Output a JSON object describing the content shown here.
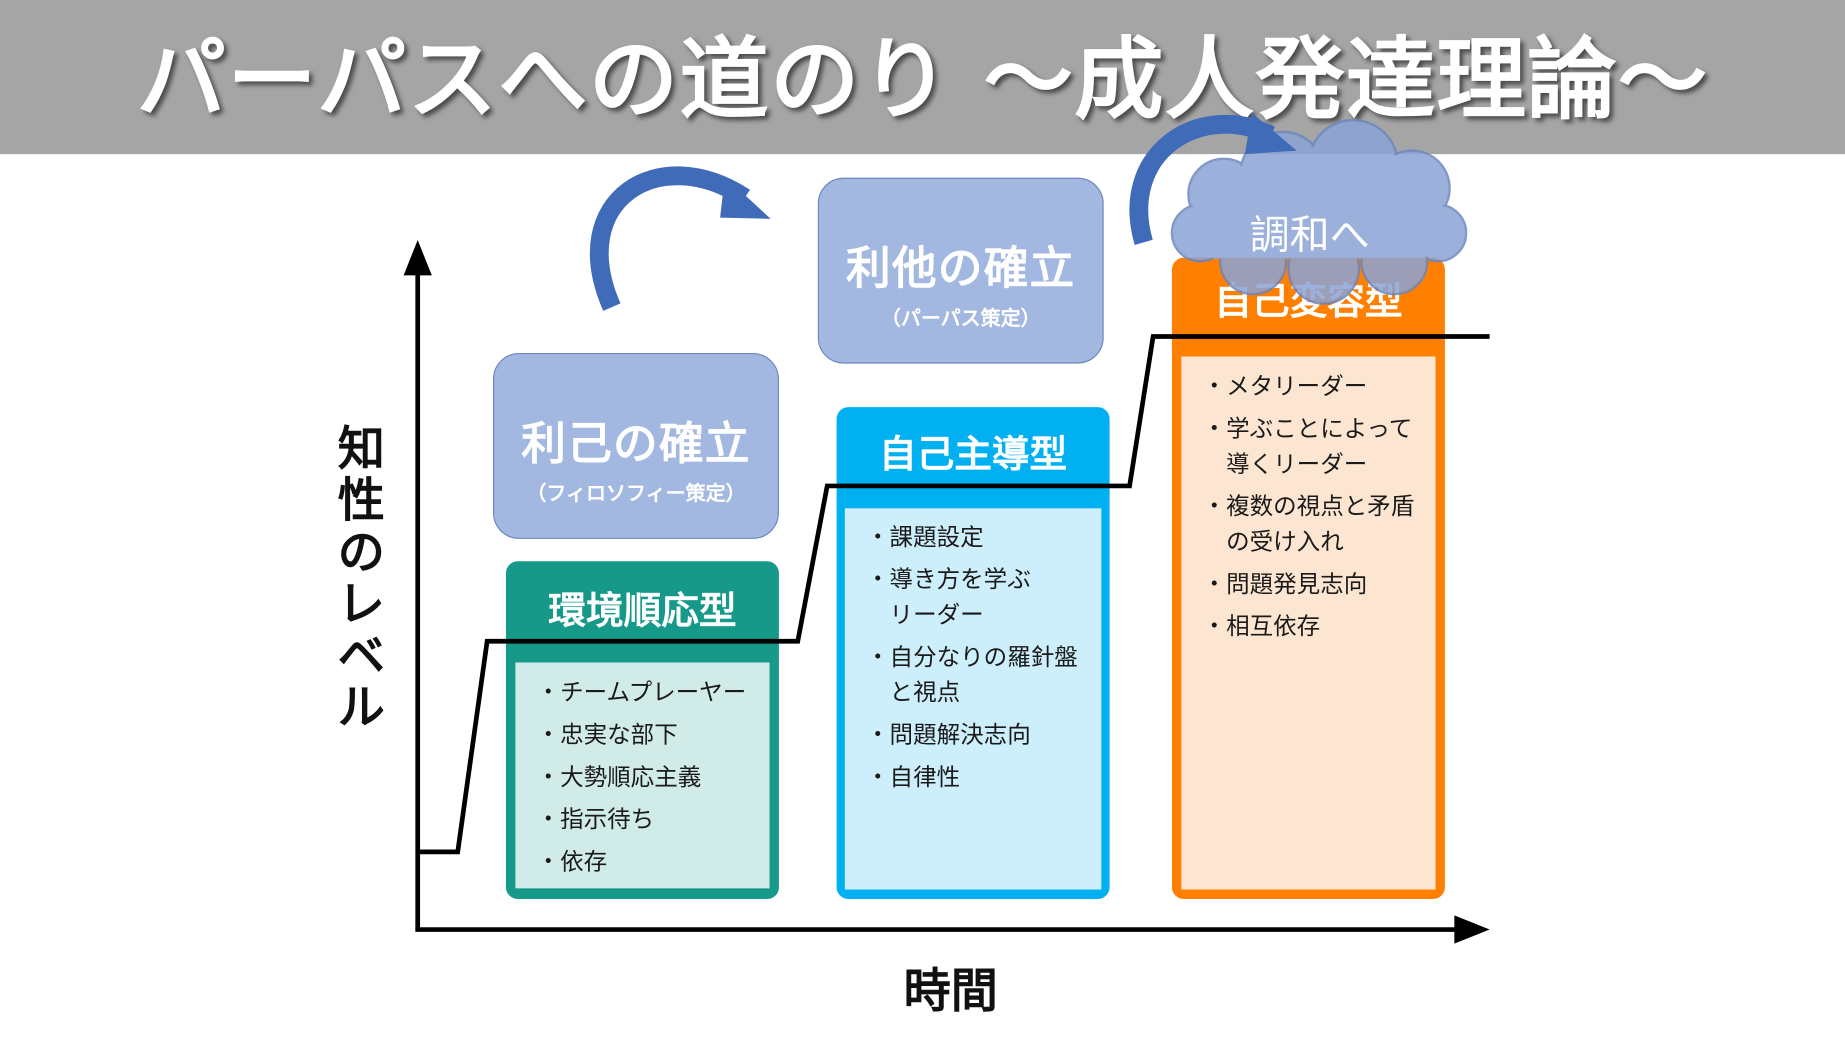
{
  "title": "パーパスへの道のり ～成人発達理論～",
  "axes": {
    "y_label": "知性のレベル",
    "x_label": "時間"
  },
  "goals": [
    {
      "main": "利己の確立",
      "sub": "（フィロソフィー策定）"
    },
    {
      "main": "利他の確立",
      "sub": "（パーパス策定）"
    },
    {
      "main": "調和へ"
    }
  ],
  "stages": [
    {
      "name": "環境順応型",
      "color": "#17998a",
      "body_color": "#d1ebe8",
      "items": [
        "・チームプレーヤー",
        "・忠実な部下",
        "・大勢順応主義",
        "・指示待ち",
        "・依存"
      ]
    },
    {
      "name": "自己主導型",
      "color": "#00b0f0",
      "body_color": "#cdeefb",
      "items": [
        "・課題設定",
        "・導き方を学ぶ\n　リーダー",
        "・自分なりの羅針盤\n　と視点",
        "・問題解決志向",
        "・自律性"
      ]
    },
    {
      "name": "自己変容型",
      "color": "#ff8000",
      "body_color": "#fce6d2",
      "items": [
        "・メタリーダー",
        "・学ぶことによって\n　導くリーダー",
        "・複数の視点と矛盾\n　の受け入れ",
        "・問題発見志向",
        "・相互依存"
      ]
    }
  ],
  "colors": {
    "banner": "#a5a5a5",
    "goal_fill": "#a3b8e0",
    "arrow_blue": "#3f6bb8"
  }
}
